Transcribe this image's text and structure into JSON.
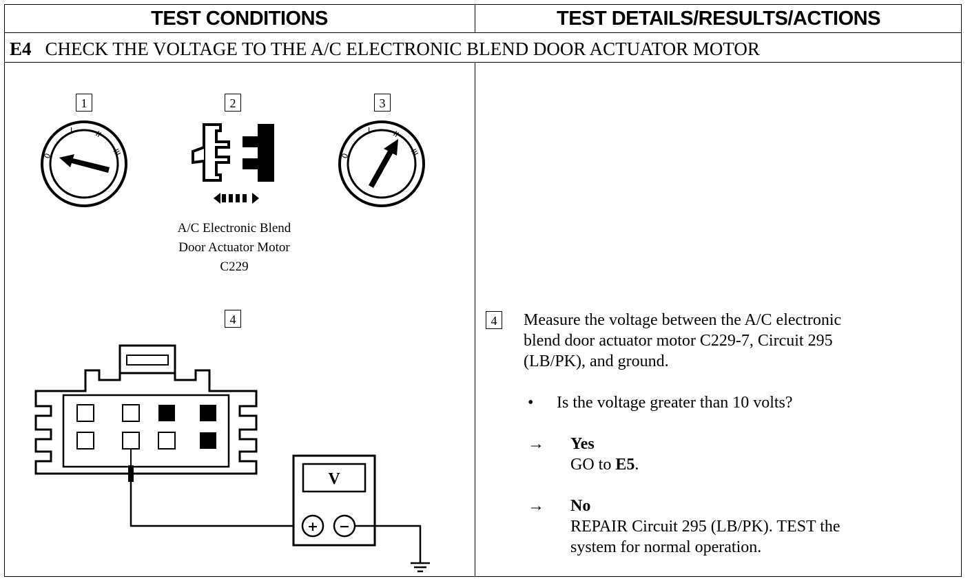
{
  "header": {
    "left_title": "TEST CONDITIONS",
    "right_title": "TEST DETAILS/RESULTS/ACTIONS"
  },
  "step": {
    "id": "E4",
    "title": "CHECK THE VOLTAGE TO THE A/C ELECTRONIC BLEND DOOR ACTUATOR MOTOR"
  },
  "illustration": {
    "labels": [
      "1",
      "2",
      "3",
      "4"
    ],
    "ignition_marks": [
      "0",
      "I",
      "II",
      "III"
    ],
    "connector_caption": [
      "A/C Electronic Blend",
      "Door Actuator Motor",
      "C229"
    ],
    "meter_display": "V",
    "meter_plus": "+",
    "meter_minus": "−"
  },
  "details": {
    "step_num": "4",
    "instruction": [
      "Measure the voltage between the A/C electronic",
      "blend door actuator motor C229-7, Circuit 295",
      "(LB/PK), and ground."
    ],
    "bullet": "•",
    "question": "Is the voltage greater than 10 volts?",
    "arrow": "→",
    "yes_label": "Yes",
    "yes_action_prefix": "GO to ",
    "yes_action_target": "E5",
    "yes_action_suffix": ".",
    "no_label": "No",
    "no_action": [
      "REPAIR Circuit 295 (LB/PK). TEST the",
      "system for normal operation."
    ]
  }
}
